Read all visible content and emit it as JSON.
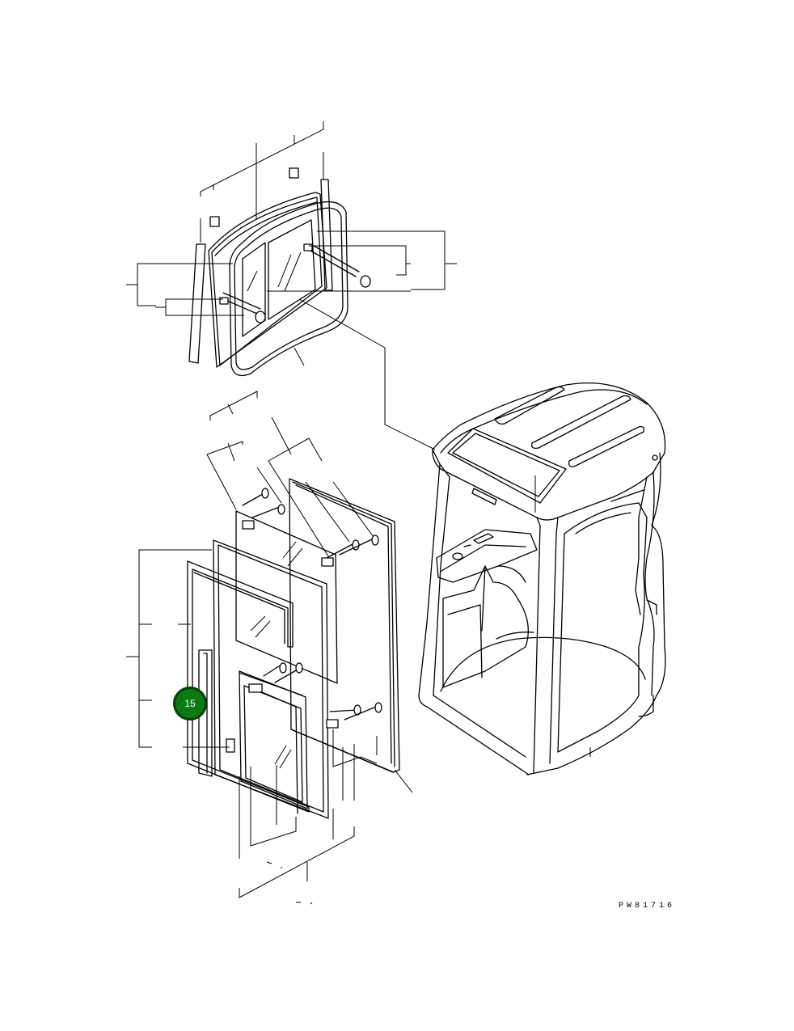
{
  "drawing_code": "PW81716",
  "callouts": [
    {
      "label": "15",
      "color": "#0b7a12",
      "border_color": "#053f08"
    }
  ],
  "parts": {
    "cab": "operator-cab",
    "top_window": "roof-window-assembly",
    "door_window": "door-window-assembly"
  }
}
